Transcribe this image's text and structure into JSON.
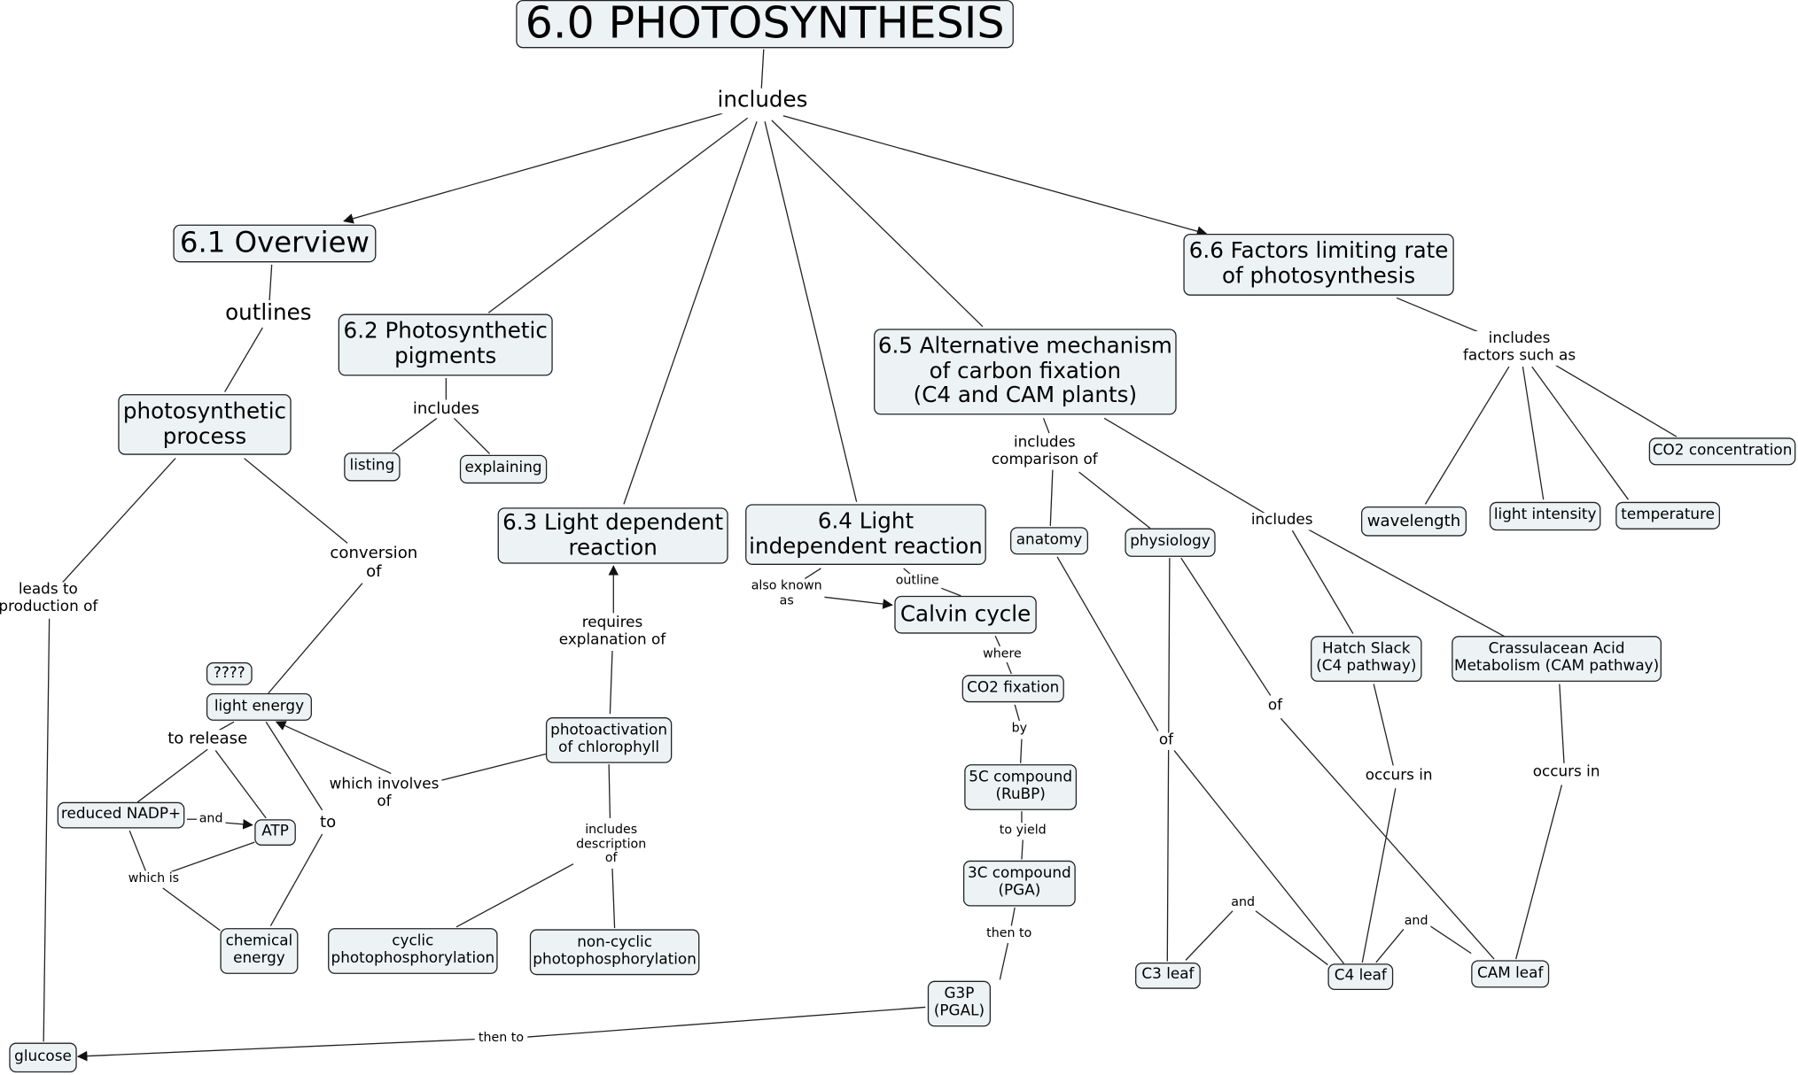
{
  "colors": {
    "node_fill": "#edf3f5",
    "node_border": "#222222",
    "line": "#222222"
  },
  "concepts": {
    "title": "6.0 PHOTOSYNTHESIS",
    "overview": "6.1 Overview",
    "pigments": "6.2 Photosynthetic\npigments",
    "listing": "listing",
    "explaining": "explaining",
    "process": "photosynthetic\nprocess",
    "light_dep": "6.3 Light dependent\nreaction",
    "light_indep": "6.4 Light\nindependent reaction",
    "alt_mech": "6.5 Alternative mechanism\nof carbon fixation\n(C4 and CAM plants)",
    "factors": "6.6 Factors limiting rate\nof photosynthesis",
    "co2_conc": "CO2 concentration",
    "wavelength": "wavelength",
    "light_intensity": "light intensity",
    "temperature": "temperature",
    "anatomy": "anatomy",
    "physiology": "physiology",
    "hatch": "Hatch Slack\n(C4 pathway)",
    "cam_path": "Crassulacean Acid\nMetabolism (CAM pathway)",
    "c3_leaf": "C3 leaf",
    "c4_leaf": "C4 leaf",
    "cam_leaf": "CAM leaf",
    "calvin": "Calvin cycle",
    "co2_fix": "CO2 fixation",
    "c5": "5C compound\n(RuBP)",
    "c3": "3C compound\n(PGA)",
    "g3p": "G3P\n(PGAL)",
    "glucose": "glucose",
    "light_energy": "light energy",
    "unknown": "????",
    "nadp": "reduced NADP+",
    "atp": "ATP",
    "chem_energy": "chemical\nenergy",
    "photoact": "photoactivation\nof chlorophyll",
    "cyclic": "cyclic\nphotophosphorylation",
    "noncyclic": "non-cyclic\nphotophosphorylation"
  },
  "linking_phrases": {
    "includes_main": "includes",
    "outlines": "outlines",
    "includes_pig": "includes",
    "leads_to": "leads to\nproduction of",
    "conversion": "conversion\nof",
    "to_release": "to release",
    "and1": "and",
    "which_is": "which is",
    "to": "to",
    "which_involves": "which involves\nof",
    "requires": "requires\nexplanation of",
    "includes_desc": "includes\ndescription\nof",
    "also_known": "also known\nas",
    "outline": "outline",
    "where": "where",
    "by": "by",
    "to_yield": "to yield",
    "then_to1": "then to",
    "then_to2": "then to",
    "includes_comp": "includes\ncomparison of",
    "includes_alt": "includes",
    "of1": "of",
    "of2": "of",
    "occurs1": "occurs in",
    "occurs2": "occurs in",
    "and2": "and",
    "and3": "and",
    "includes_factors": "includes\nfactors such as"
  }
}
